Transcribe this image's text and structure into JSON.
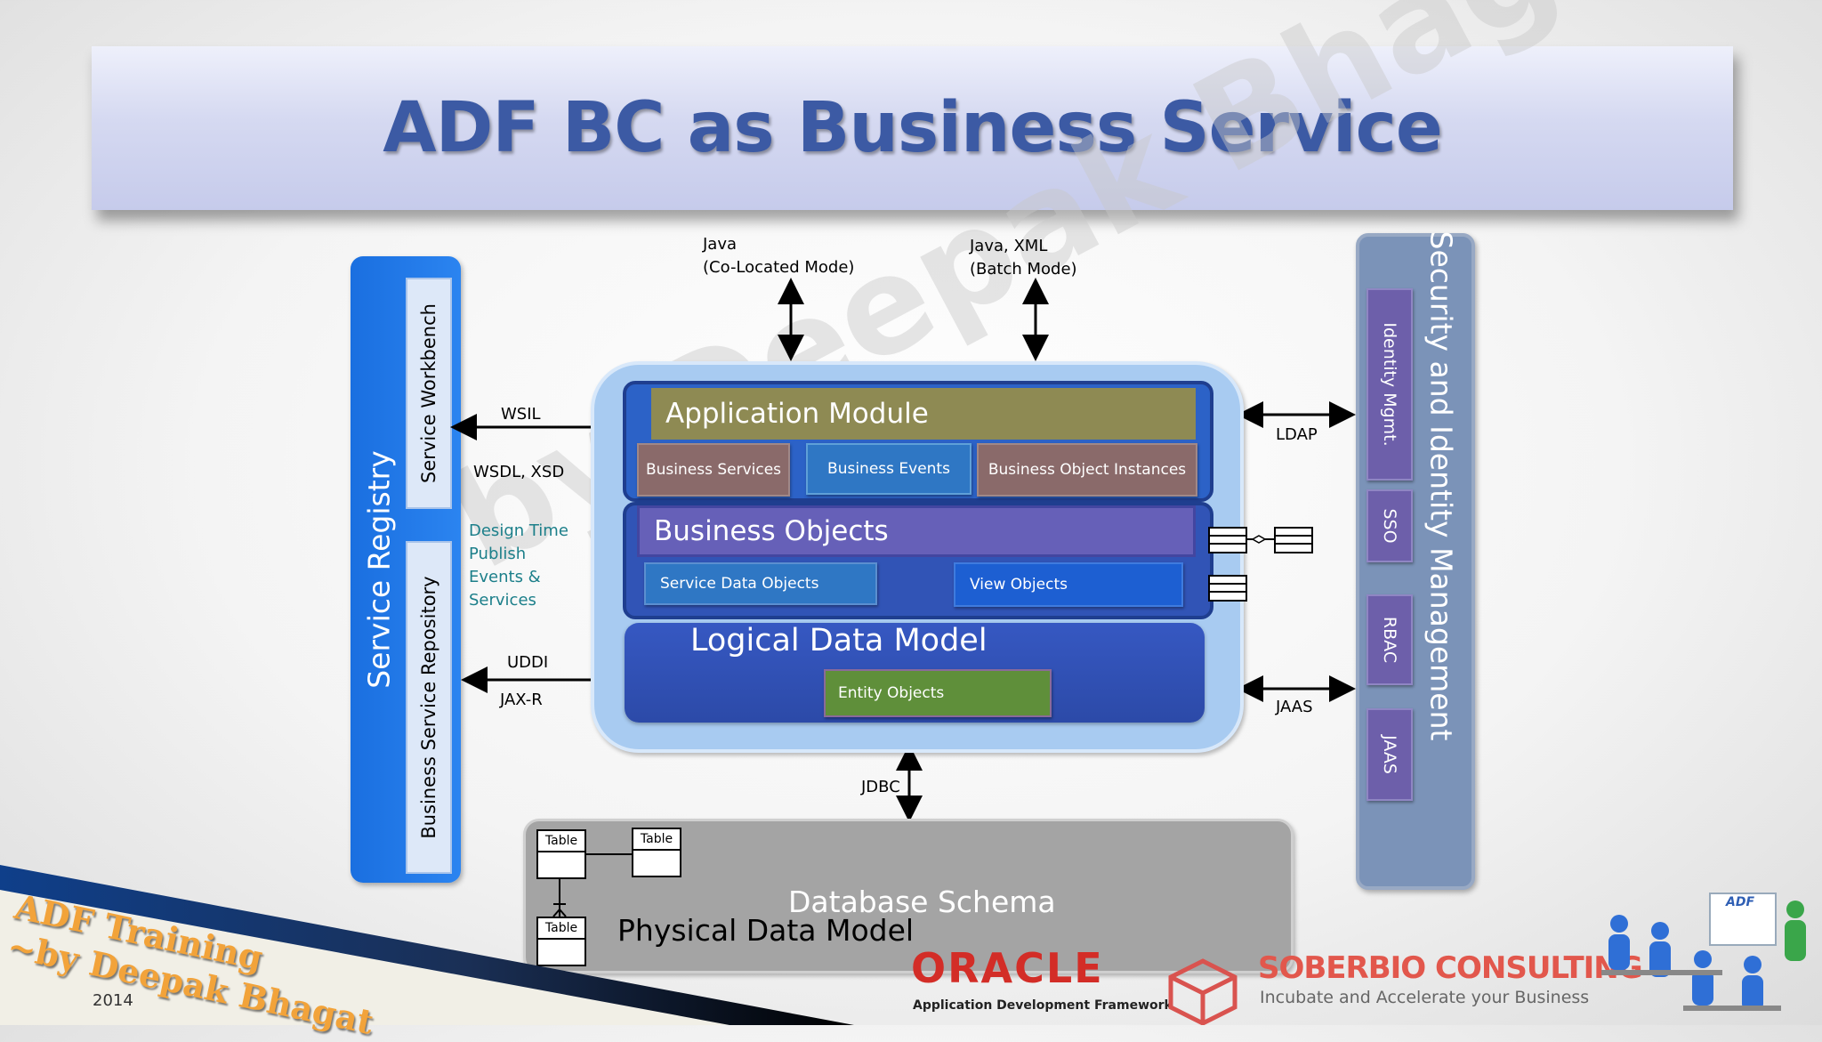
{
  "title": "ADF BC as Business Service",
  "watermark": "by Deepak Bhagat",
  "service_registry": {
    "label": "Service Registry",
    "boxes": [
      "Service Workbench",
      "Business Service Repository"
    ]
  },
  "security": {
    "label": "Security and Identity Management",
    "items": [
      "Identity Mgmt.",
      "SSO",
      "RBAC",
      "JAAS"
    ]
  },
  "top_connectors": {
    "java": [
      "Java",
      "(Co-Located Mode)"
    ],
    "java_xml": [
      "Java, XML",
      "(Batch Mode)"
    ]
  },
  "left_connectors": {
    "wsil": "WSIL",
    "wsdl_xsd": "WSDL, XSD",
    "design_time": [
      "Design Time",
      "Publish",
      "Events &",
      "Services"
    ],
    "uddi": "UDDI",
    "jax_r": "JAX-R"
  },
  "right_connectors": {
    "ldap": "LDAP",
    "jaas": "JAAS"
  },
  "jdbc": "JDBC",
  "application_module": {
    "header": "Application Module",
    "items": [
      "Business  Services",
      "Business Events",
      "Business  Object  Instances"
    ]
  },
  "business_objects": {
    "header": "Business Objects",
    "items": [
      "Service Data Objects",
      "View Objects"
    ]
  },
  "logical_data_model": {
    "header": "Logical Data Model",
    "items": [
      "Entity Objects"
    ]
  },
  "database": {
    "label": "Database Schema",
    "sublabel": "Physical Data Model",
    "tables": [
      "Table",
      "Table",
      "Table"
    ]
  },
  "training_banner": {
    "line1": "ADF Training",
    "line2": "~by Deepak Bhagat",
    "year": "2014"
  },
  "logos": {
    "oracle": "ORACLE",
    "oracle_sub": "Application Development Framework",
    "soberbio": "SOBERBIO CONSULTING",
    "soberbio_sub": "Incubate and Accelerate your Business",
    "adf_badge": "ADF"
  },
  "colors": {
    "title": "#3c5aa4",
    "registry": "#1a6fe0",
    "security": "#7b93b8",
    "app_module": "#8e8a53",
    "business_objects": "#6660b8",
    "entity_objects": "#5f8f3a",
    "oracle_red": "#d32d27"
  }
}
